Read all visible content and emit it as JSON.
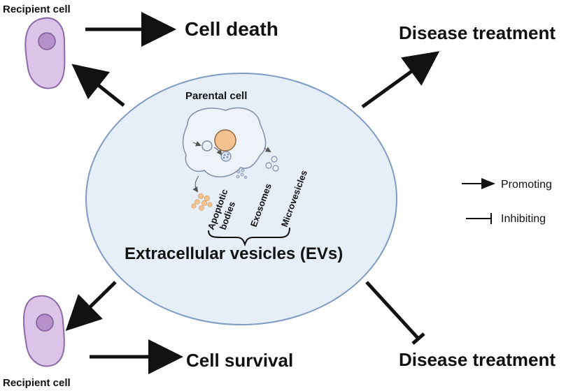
{
  "labels": {
    "recipient_top": "Recipient cell",
    "recipient_bottom": "Recipient cell",
    "cell_death": "Cell death",
    "cell_survival": "Cell survival",
    "disease_treatment_top": "Disease treatment",
    "disease_treatment_bottom": "Disease treatment",
    "parental_cell": "Parental cell",
    "apoptotic_line1": "Apoptotic",
    "apoptotic_line2": "bodies",
    "exosomes": "Exosomes",
    "microvesicles": "Microvesicles",
    "evs": "Extracellular vesicles (EVs)"
  },
  "legend": {
    "promoting": "Promoting",
    "inhibiting": "Inhibiting"
  },
  "colors": {
    "ellipse_fill": "#e6eef8",
    "ellipse_stroke": "#7f9bc4",
    "cell_fill": "#dcc4e8",
    "cell_stroke": "#8c6aa6",
    "nucleus_fill": "#b590c9",
    "arrow": "#111111",
    "apoptotic": "#f3c28e"
  }
}
